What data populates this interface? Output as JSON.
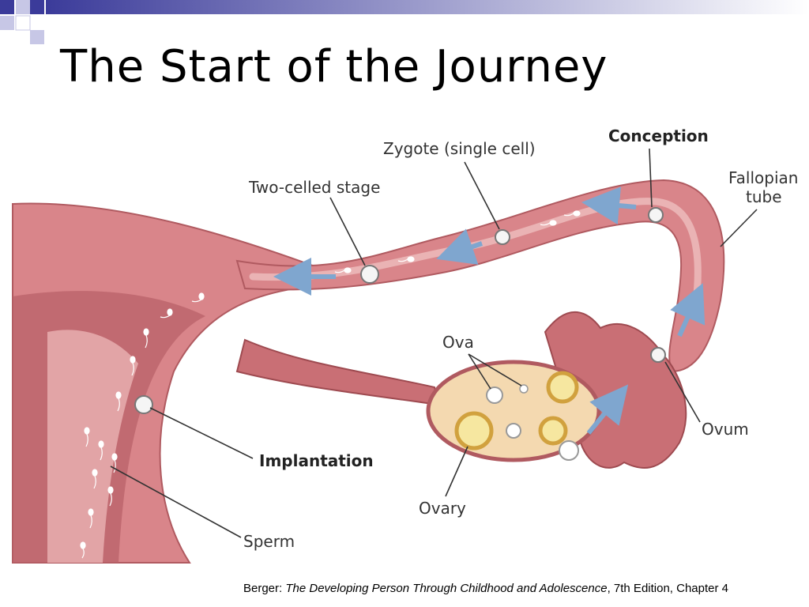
{
  "slide": {
    "title": "The Start of the Journey",
    "accent_color": "#3b3b9a",
    "citation": {
      "prefix": "Berger: ",
      "book_title": "The Developing Person Through Childhood and Adolescence",
      "suffix": ", 7th Edition, Chapter 4"
    }
  },
  "diagram": {
    "labels": {
      "conception": "Conception",
      "zygote": "Zygote (single cell)",
      "two_celled": "Two-celled stage",
      "fallopian_line1": "Fallopian",
      "fallopian_line2": "tube",
      "ova": "Ova",
      "ovum": "Ovum",
      "implantation": "Implantation",
      "ovary": "Ovary",
      "sperm": "Sperm"
    },
    "colors": {
      "tissue": "#d9858a",
      "tissue_dark": "#b05a60",
      "tissue_light": "#eab3b4",
      "ovary": "#f4d9b0",
      "arrow": "#7fa6cf"
    }
  }
}
